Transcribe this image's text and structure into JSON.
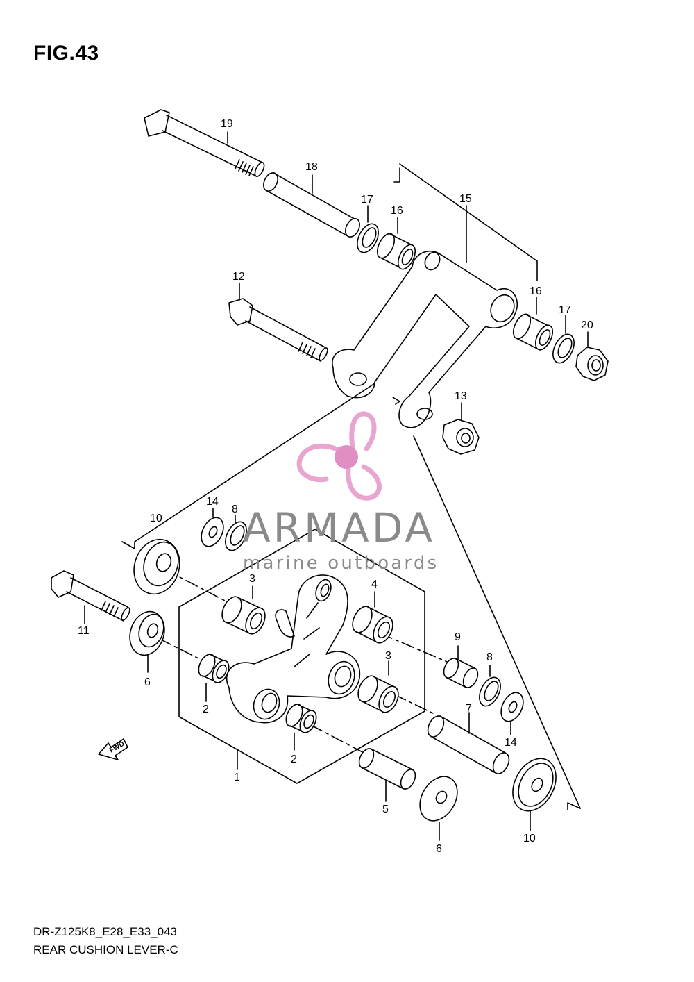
{
  "figure": {
    "title": "FIG.43",
    "code": "DR-Z125K8_E28_E33_043",
    "name": "REAR CUSHION LEVER-C"
  },
  "watermark": {
    "brand": "ARMADA",
    "tagline": "marine outboards",
    "colors": {
      "logo": "#e7a5cf",
      "hub": "#e08ec4",
      "text": "#8a8a8a"
    }
  },
  "direction_badge": "FWD",
  "callouts": [
    "19",
    "18",
    "17",
    "16",
    "15",
    "16",
    "17",
    "20",
    "12",
    "13",
    "14",
    "8",
    "10",
    "3",
    "4",
    "11",
    "6",
    "9",
    "8",
    "3",
    "2",
    "7",
    "14",
    "2",
    "1",
    "5",
    "6",
    "10"
  ]
}
